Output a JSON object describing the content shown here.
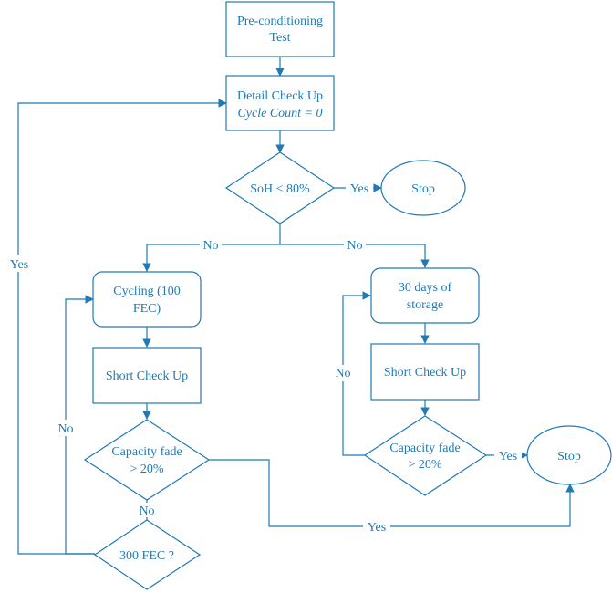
{
  "colors": {
    "stroke": "#1f7ab5",
    "text": "#1f7ab5",
    "background": "#ffffff"
  },
  "nodes": {
    "preconditioning": {
      "line1": "Pre-conditioning",
      "line2": "Test"
    },
    "detail_check": {
      "line1": "Detail Check Up",
      "line2": "Cycle Count = 0"
    },
    "soh_decision": {
      "text": "SoH < 80%"
    },
    "stop_top": {
      "text": "Stop"
    },
    "cycling": {
      "line1": "Cycling (100",
      "line2": "FEC)"
    },
    "storage": {
      "line1": "30 days of",
      "line2": "storage"
    },
    "short_check_left": {
      "text": "Short Check Up"
    },
    "short_check_right": {
      "text": "Short Check Up"
    },
    "capacity_left": {
      "line1": "Capacity fade",
      "line2": "> 20%"
    },
    "capacity_right": {
      "line1": "Capacity fade",
      "line2": "> 20%"
    },
    "fec_decision": {
      "text": "300 FEC ?"
    },
    "stop_right": {
      "text": "Stop"
    }
  },
  "edge_labels": {
    "soh_yes": "Yes",
    "soh_no_left": "No",
    "soh_no_right": "No",
    "fec_yes": "Yes",
    "fec_no": "No",
    "cap_left_no": "No",
    "cap_left_yes": "Yes",
    "cap_right_no": "No",
    "cap_right_yes": "Yes"
  }
}
